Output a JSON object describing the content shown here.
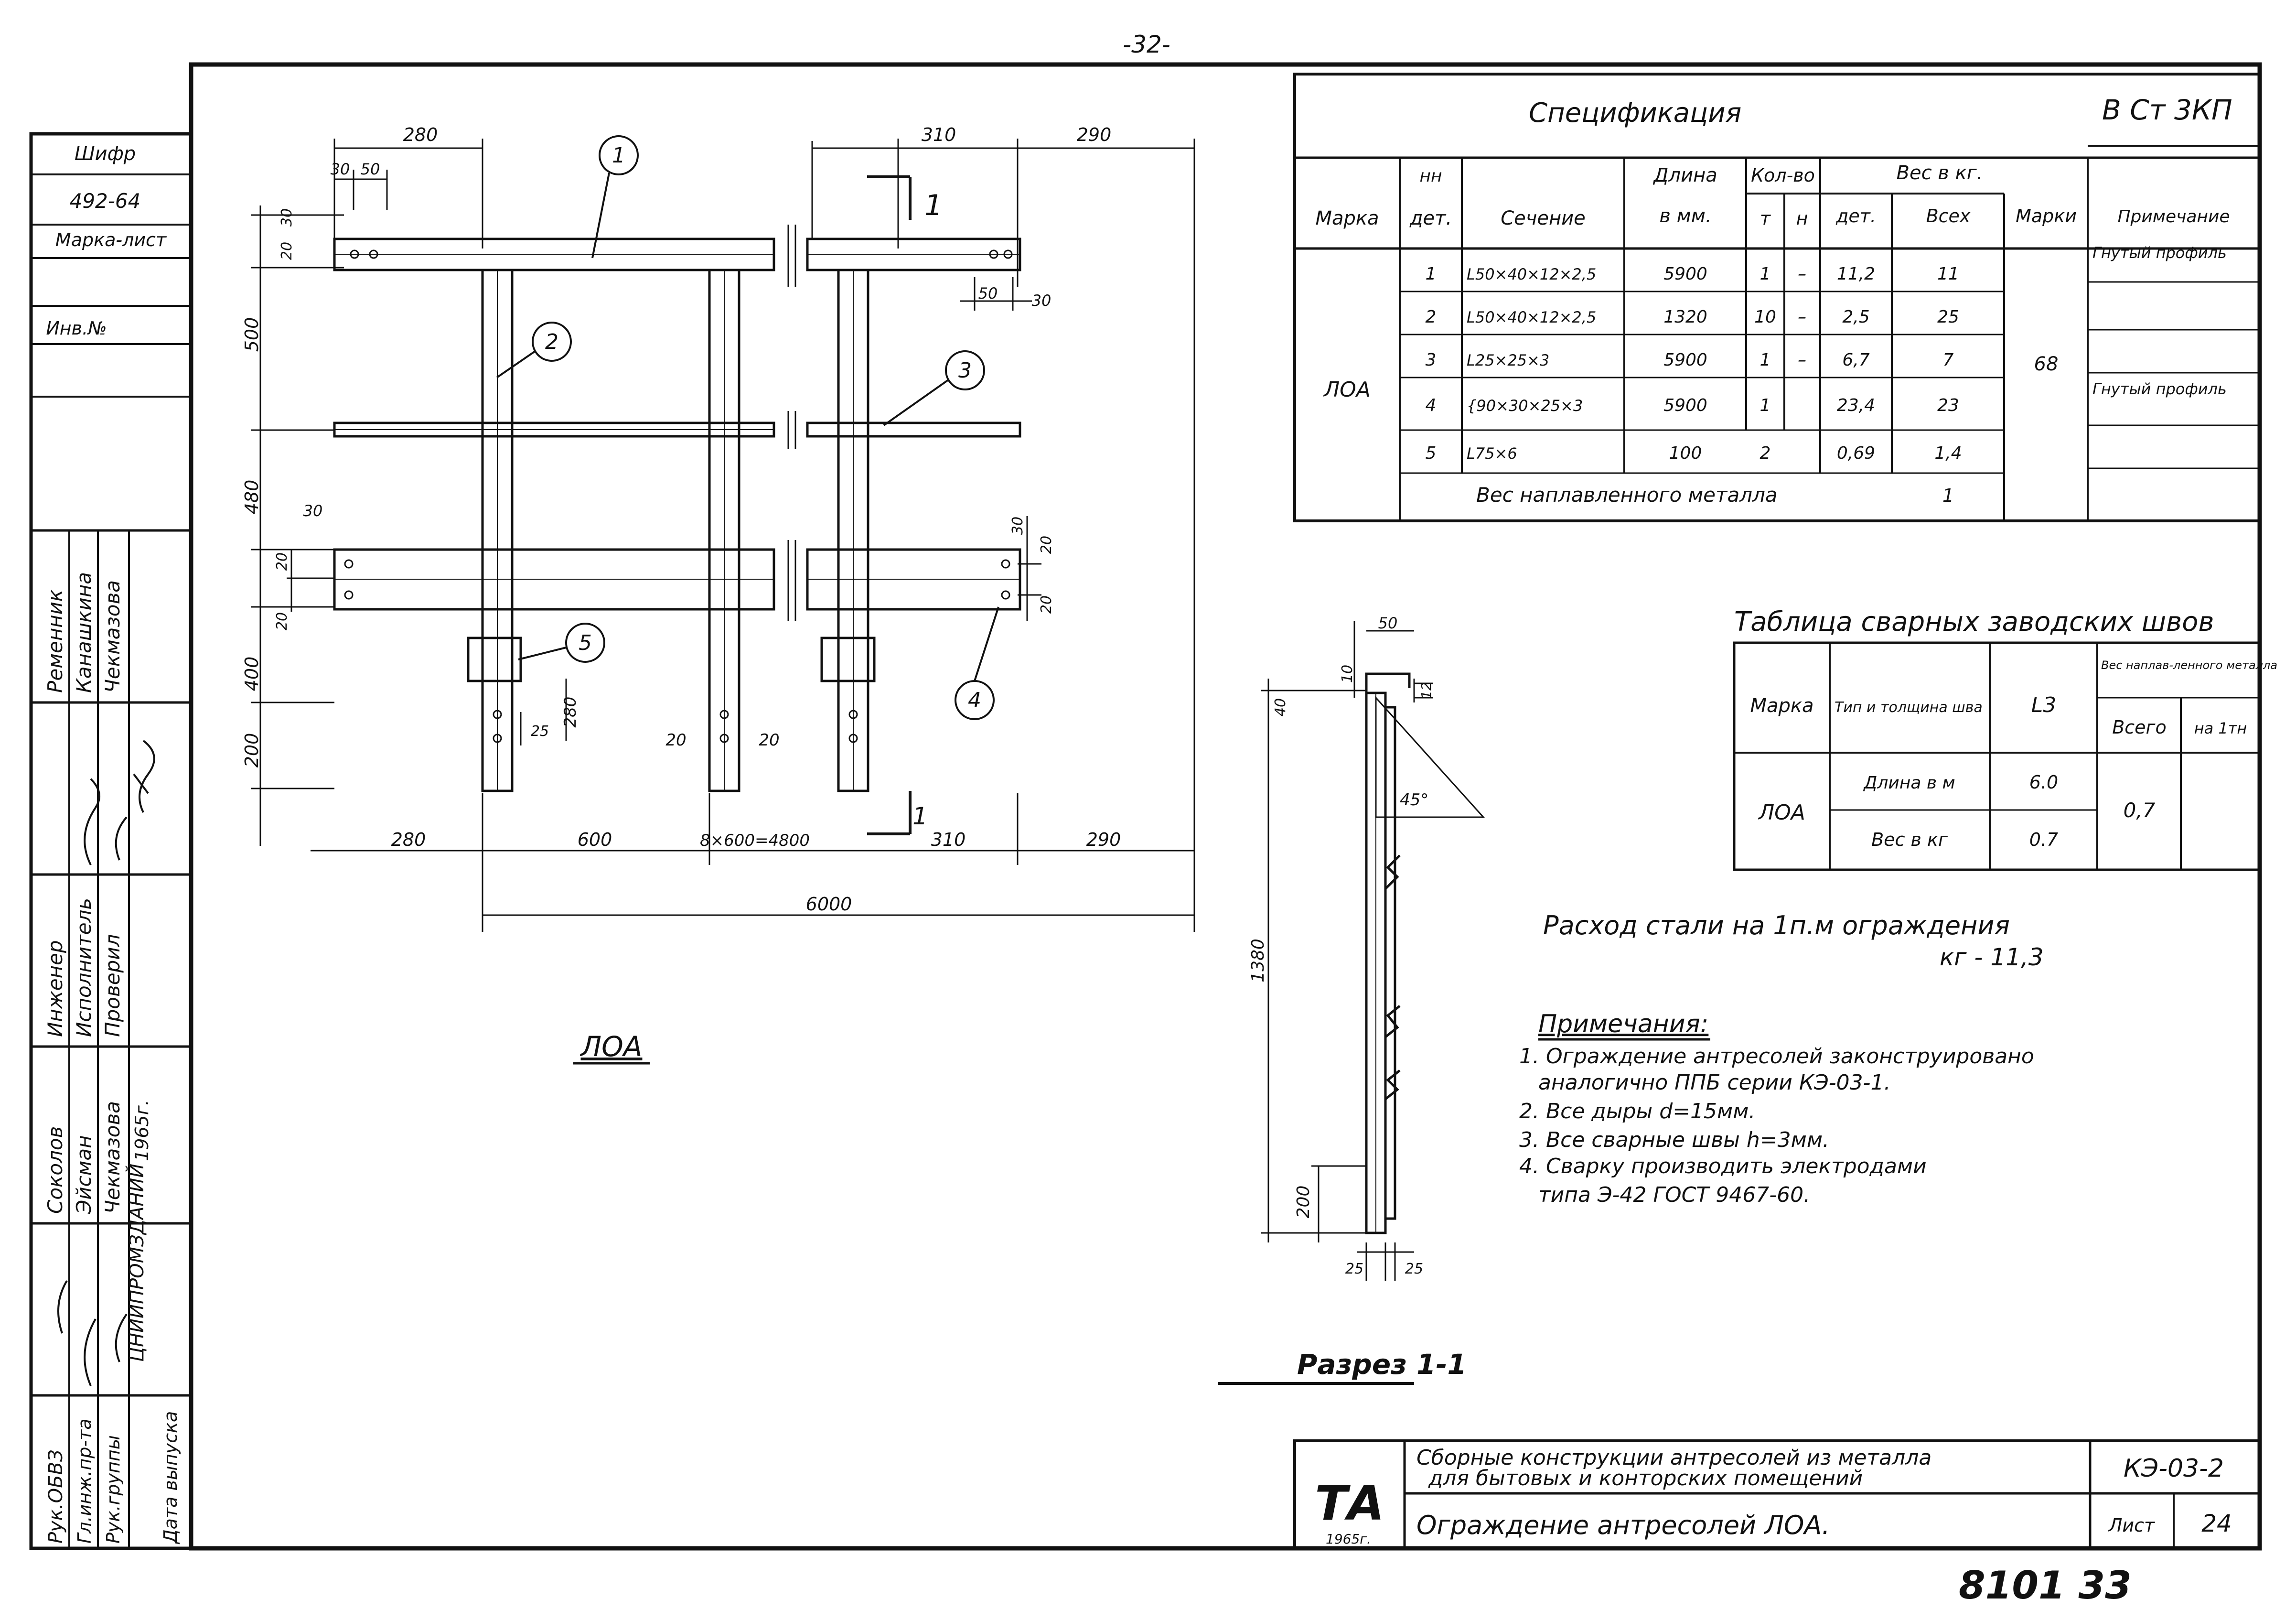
{
  "page_number": "-32-",
  "side_block": {
    "shifr_label": "Шифр",
    "shifr_value": "492-64",
    "marka_list_label": "Марка-лист",
    "inv_label": "Инв.№",
    "roles_1": [
      "Ременник",
      "Канашкина",
      "Чекмазова"
    ],
    "roles_2": [
      "Инженер",
      "Исполнитель",
      "Проверил"
    ],
    "roles_3": [
      "Соколов",
      "Эйсман",
      "Чекмазова"
    ],
    "roles_4": [
      "Рук.ОБВЗ",
      "Гл.инж.пр-та",
      "Рук.группы"
    ],
    "year": "1965г.",
    "org": "ЦНИИПРОМЗДАНИЙ",
    "release_date_label": "Дата выпуска"
  },
  "plan": {
    "mark_title": "ЛОА",
    "top_dims": [
      "280",
      "30",
      "50",
      "310",
      "290"
    ],
    "left_dims": [
      "30",
      "20",
      "500",
      "480",
      "30",
      "20",
      "20",
      "400",
      "200"
    ],
    "right_dims": [
      "50",
      "30",
      "30",
      "20",
      "20"
    ],
    "inner_dims": [
      "25",
      "280",
      "20",
      "20"
    ],
    "bottom_dims": [
      "280",
      "600",
      "8×600=4800",
      "310",
      "290"
    ],
    "total_dim": "6000",
    "callouts": [
      "1",
      "2",
      "3",
      "4",
      "5"
    ],
    "section_mark": "1"
  },
  "section": {
    "title": "Разрез 1-1",
    "dims": [
      "50",
      "10",
      "12",
      "40",
      "45°",
      "1380",
      "200",
      "25",
      "25"
    ]
  },
  "spec": {
    "title": "Спецификация",
    "material": "В Ст 3КП",
    "headers": {
      "marka": "Марка",
      "nn": "нн",
      "det": "дет.",
      "sechenie": "Сечение",
      "dlina_1": "Длина",
      "dlina_2": "в мм.",
      "kol_vo": "Кол-во",
      "t": "т",
      "n": "н",
      "ves": "Вес в кг.",
      "ves_det": "дет.",
      "ves_vseh": "Всех",
      "ves_marki": "Марки",
      "primechanie": "Примечание"
    },
    "mark": "ЛОА",
    "mark_weight": "68",
    "rows": [
      {
        "n": "1",
        "section": "L50×40×12×2,5",
        "length": "5900",
        "t": "1",
        "h": "–",
        "w_det": "11,2",
        "w_all": "11",
        "note": "Гнутый профиль"
      },
      {
        "n": "2",
        "section": "L50×40×12×2,5",
        "length": "1320",
        "t": "10",
        "h": "–",
        "w_det": "2,5",
        "w_all": "25",
        "note": ""
      },
      {
        "n": "3",
        "section": "L25×25×3",
        "length": "5900",
        "t": "1",
        "h": "–",
        "w_det": "6,7",
        "w_all": "7",
        "note": ""
      },
      {
        "n": "4",
        "section": "{90×30×25×3",
        "length": "5900",
        "t": "1",
        "h": "",
        "w_det": "23,4",
        "w_all": "23",
        "note": "Гнутый профиль"
      },
      {
        "n": "5",
        "section": "L75×6",
        "length": "100",
        "t": "2",
        "h": "",
        "w_det": "0,69",
        "w_all": "1,4",
        "note": ""
      }
    ],
    "weld_metal_label": "Вес наплавленного металла",
    "weld_metal_value": "1"
  },
  "weld_table": {
    "title": "Таблица сварных заводских швов",
    "headers": {
      "marka": "Марка",
      "type": "Тип и толщина шва",
      "symbol": "L3",
      "weight": "Вес наплав-ленного металла",
      "total": "Всего",
      "per_t": "на 1тн"
    },
    "mark": "ЛОА",
    "row1_label": "Длина в м",
    "row1_value": "6.0",
    "row2_label": "Вес в кг",
    "row2_value": "0.7",
    "total": "0,7"
  },
  "steel_usage": {
    "line1": "Расход стали на 1п.м ограждения",
    "line2": "кг - 11,3"
  },
  "notes": {
    "title": "Примечания:",
    "items": [
      "1. Ограждение антресолей законструировано",
      "аналогично ППБ серии КЭ-03-1.",
      "2. Все дыры d=15мм.",
      "3. Все сварные швы h=3мм.",
      "4. Сварку производить электродами",
      "типа Э-42 ГОСТ 9467-60."
    ]
  },
  "title_block": {
    "logo": "ТА",
    "year": "1965г.",
    "line1": "Сборные конструкции антресолей из металла",
    "line2": "для бытовых и конторских помещений",
    "series": "КЭ-03-2",
    "sheet_title": "Ограждение антресолей ЛОА.",
    "sheet_label": "Лист",
    "sheet_number": "24"
  },
  "stamp": "8101 33"
}
